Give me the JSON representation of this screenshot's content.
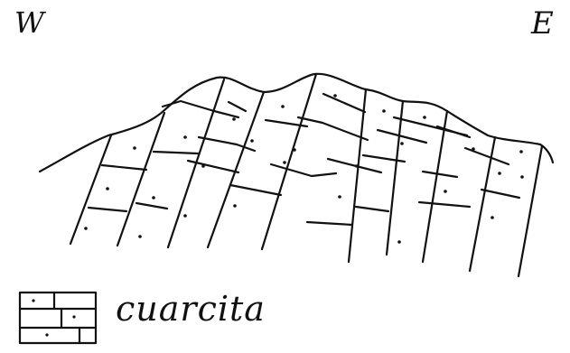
{
  "diagram": {
    "compass": {
      "west": "W",
      "east": "E"
    },
    "legend": {
      "label": "cuarcita"
    }
  }
}
